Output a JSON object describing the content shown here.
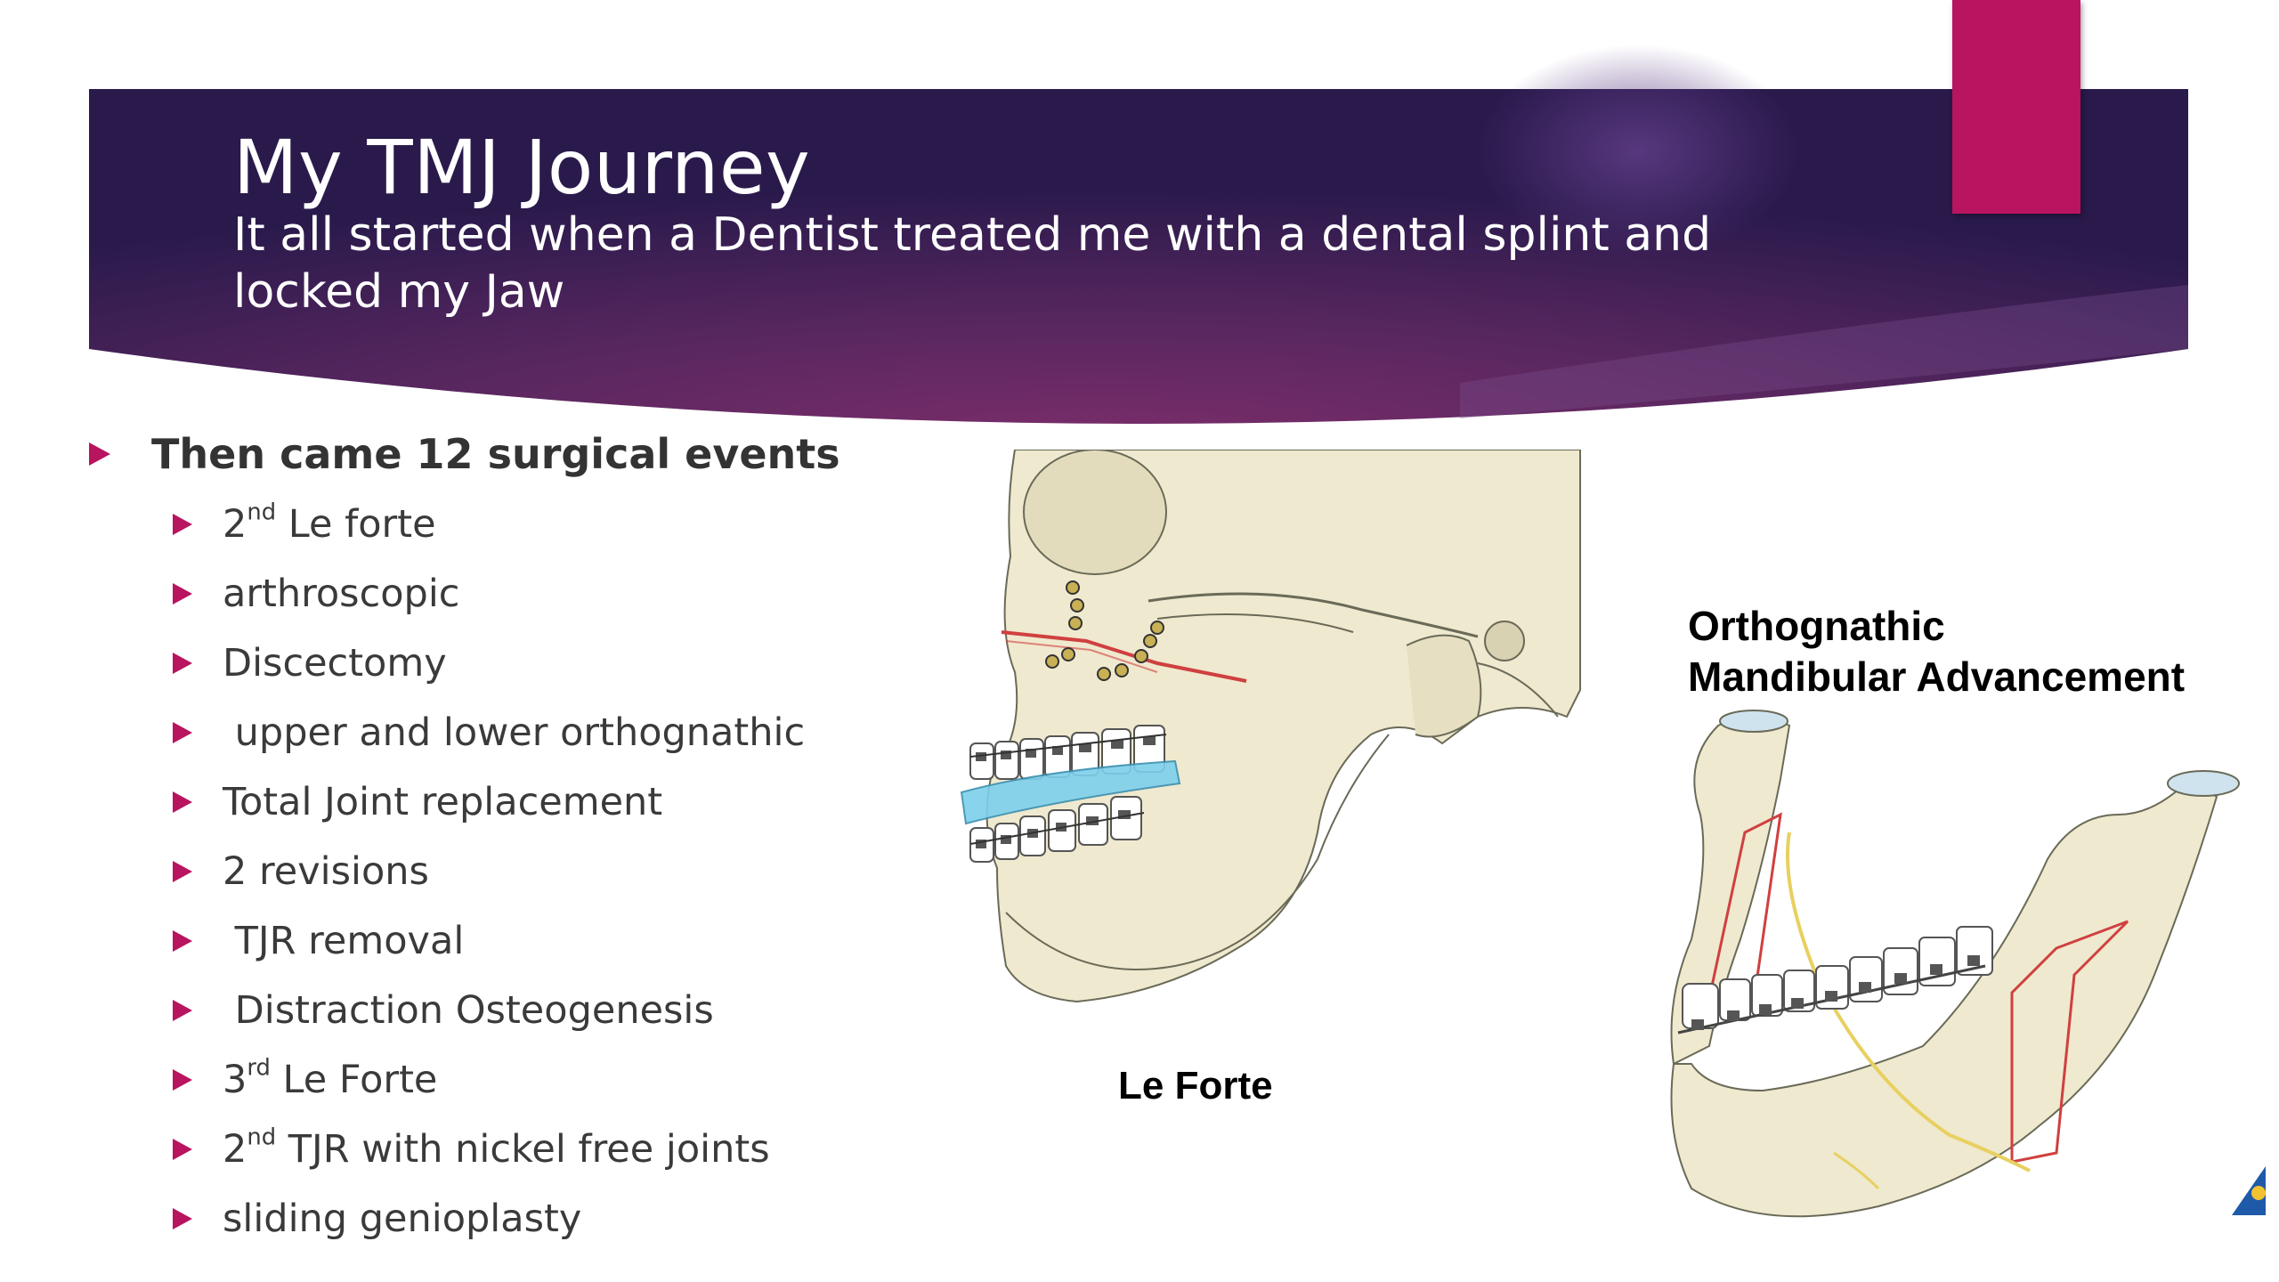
{
  "slide": {
    "title": "My TMJ Journey",
    "subtitle": " It all started when a Dentist treated me with a dental splint and\nlocked my Jaw",
    "main_bullet": "Then came 12 surgical events",
    "sub_bullets": [
      {
        "sup_prefix": "2",
        "sup": "nd",
        "text": " Le forte"
      },
      {
        "text": "arthroscopic"
      },
      {
        "text": "Discectomy"
      },
      {
        "text": " upper and lower orthognathic"
      },
      {
        "text": "Total Joint replacement"
      },
      {
        "text": "2 revisions"
      },
      {
        "text": " TJR removal"
      },
      {
        "text": " Distraction Osteogenesis"
      },
      {
        "sup_prefix": "3",
        "sup": "rd",
        "text": " Le Forte"
      },
      {
        "sup_prefix": "2",
        "sup": "nd",
        "text": " TJR with nickel free joints"
      },
      {
        "text": "sliding genioplasty"
      }
    ],
    "figure_left_caption": "Le Forte",
    "figure_right_caption_line1": "Orthognathic",
    "figure_right_caption_line2": "Mandibular Advancement"
  },
  "colors": {
    "banner_dark": "#2a1a4c",
    "banner_mid": "#6b2a63",
    "accent": "#b8145f",
    "bone": "#efe9cf",
    "splint": "#7dd0ec",
    "cut_line": "#d04040"
  },
  "icons": [
    "bullet-arrow-icon",
    "skull-illustration",
    "mandible-illustration",
    "corner-logo-icon"
  ]
}
